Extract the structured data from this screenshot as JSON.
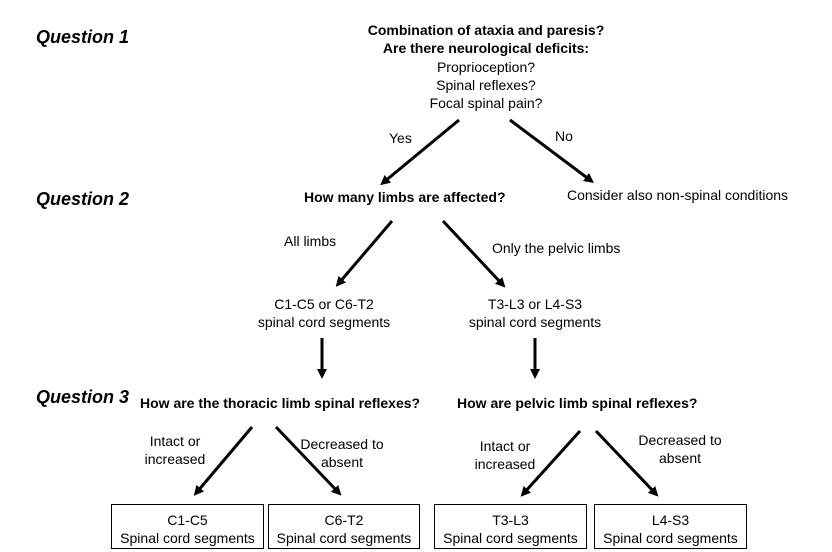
{
  "questions": [
    "Question 1",
    "Question 2",
    "Question 3"
  ],
  "q1": {
    "title_line1": "Combination of ataxia and paresis?",
    "title_line2": "Are there neurological deficits:",
    "items": [
      "Proprioception?",
      "Spinal reflexes?",
      "Focal spinal pain?"
    ],
    "yes_label": "Yes",
    "no_label": "No",
    "no_outcome": "Consider also non-spinal conditions"
  },
  "q2": {
    "title": "How many limbs are affected?",
    "left_label": "All limbs",
    "right_label": "Only the pelvic limbs",
    "left_result_line1": "C1-C5 or C6-T2",
    "left_result_line2": "spinal cord segments",
    "right_result_line1": "T3-L3 or L4-S3",
    "right_result_line2": "spinal cord segments"
  },
  "q3": {
    "left_title": "How are the thoracic limb spinal reflexes?",
    "right_title": "How are pelvic limb spinal reflexes?",
    "left_a_label_line1": "Intact or",
    "left_a_label_line2": "increased",
    "left_b_label_line1": "Decreased to",
    "left_b_label_line2": "absent",
    "right_a_label_line1": "Intact or",
    "right_a_label_line2": "increased",
    "right_b_label_line1": "Decreased to",
    "right_b_label_line2": "absent"
  },
  "outcomes": [
    {
      "line1": "C1-C5",
      "line2": "Spinal cord segments"
    },
    {
      "line1": "C6-T2",
      "line2": "Spinal cord segments"
    },
    {
      "line1": "T3-L3",
      "line2": "Spinal cord segments"
    },
    {
      "line1": "L4-S3",
      "line2": "Spinal cord segments"
    }
  ]
}
